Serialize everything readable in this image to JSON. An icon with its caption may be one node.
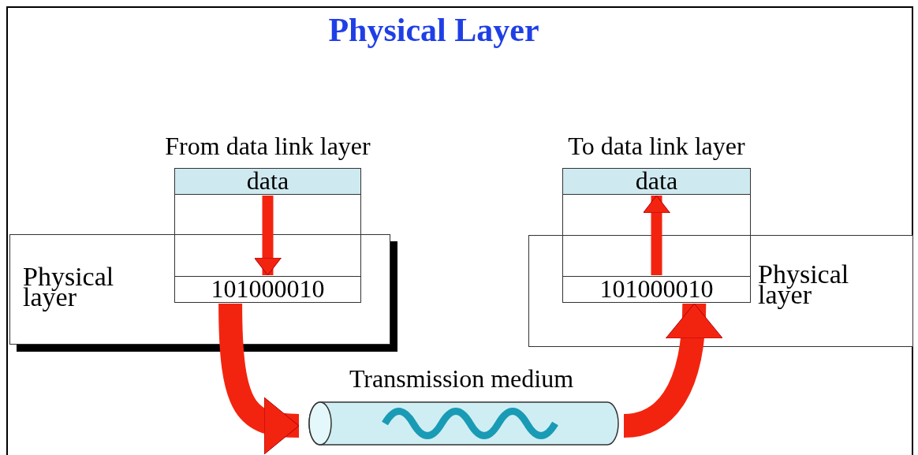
{
  "diagram": {
    "title": "Physical Layer",
    "nodes": [
      {
        "text": [
          "data"
        ],
        "beside": [
          "From data link layer"
        ]
      },
      {
        "text": [
          "101000010"
        ],
        "in": 2
      },
      {
        "text": [
          "Physical layer"
        ]
      },
      {
        "text": [
          "data"
        ],
        "beside": [
          "To data link layer"
        ]
      },
      {
        "text": [
          "101000010"
        ],
        "in": 5
      },
      {
        "text": [
          "Physical layer"
        ]
      },
      {
        "text": [
          "Transmission medium"
        ]
      }
    ],
    "edges": [
      {
        "from": 0,
        "to": 1,
        "arrow": "to"
      },
      {
        "from": 1,
        "to": 6,
        "arrow": "to",
        "style": "thick"
      },
      {
        "from": 6,
        "to": 4,
        "arrow": "to",
        "style": "thick"
      },
      {
        "from": 4,
        "to": 3,
        "arrow": "to"
      }
    ]
  }
}
